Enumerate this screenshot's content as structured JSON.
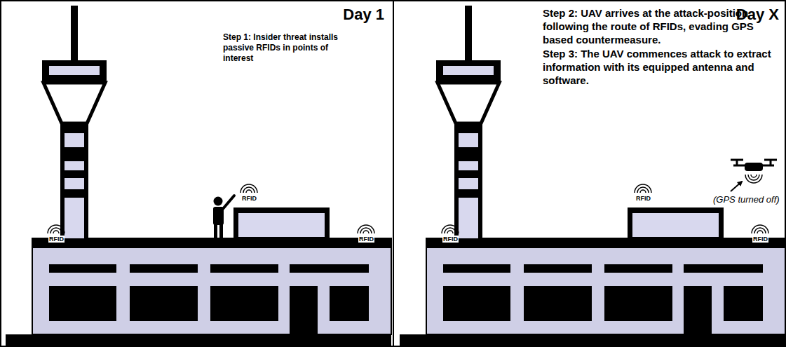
{
  "diagram": {
    "nodes": [
      {
        "text": [
          "Day 1",
          "Step 1: Insider threat installs passive RFIDs in points of interest"
        ]
      },
      {
        "text": [
          "Day X",
          "Step 2: UAV arrives at the attack-position following the route of RFIDs, evading GPS based countermeasure.",
          "Step 3: The UAV commences attack to extract information with its equipped antenna and software."
        ]
      }
    ],
    "labels": [
      "RFID",
      "RFID",
      "RFID",
      "RFID",
      "RFID",
      "RFID",
      "(GPS turned off)"
    ]
  }
}
